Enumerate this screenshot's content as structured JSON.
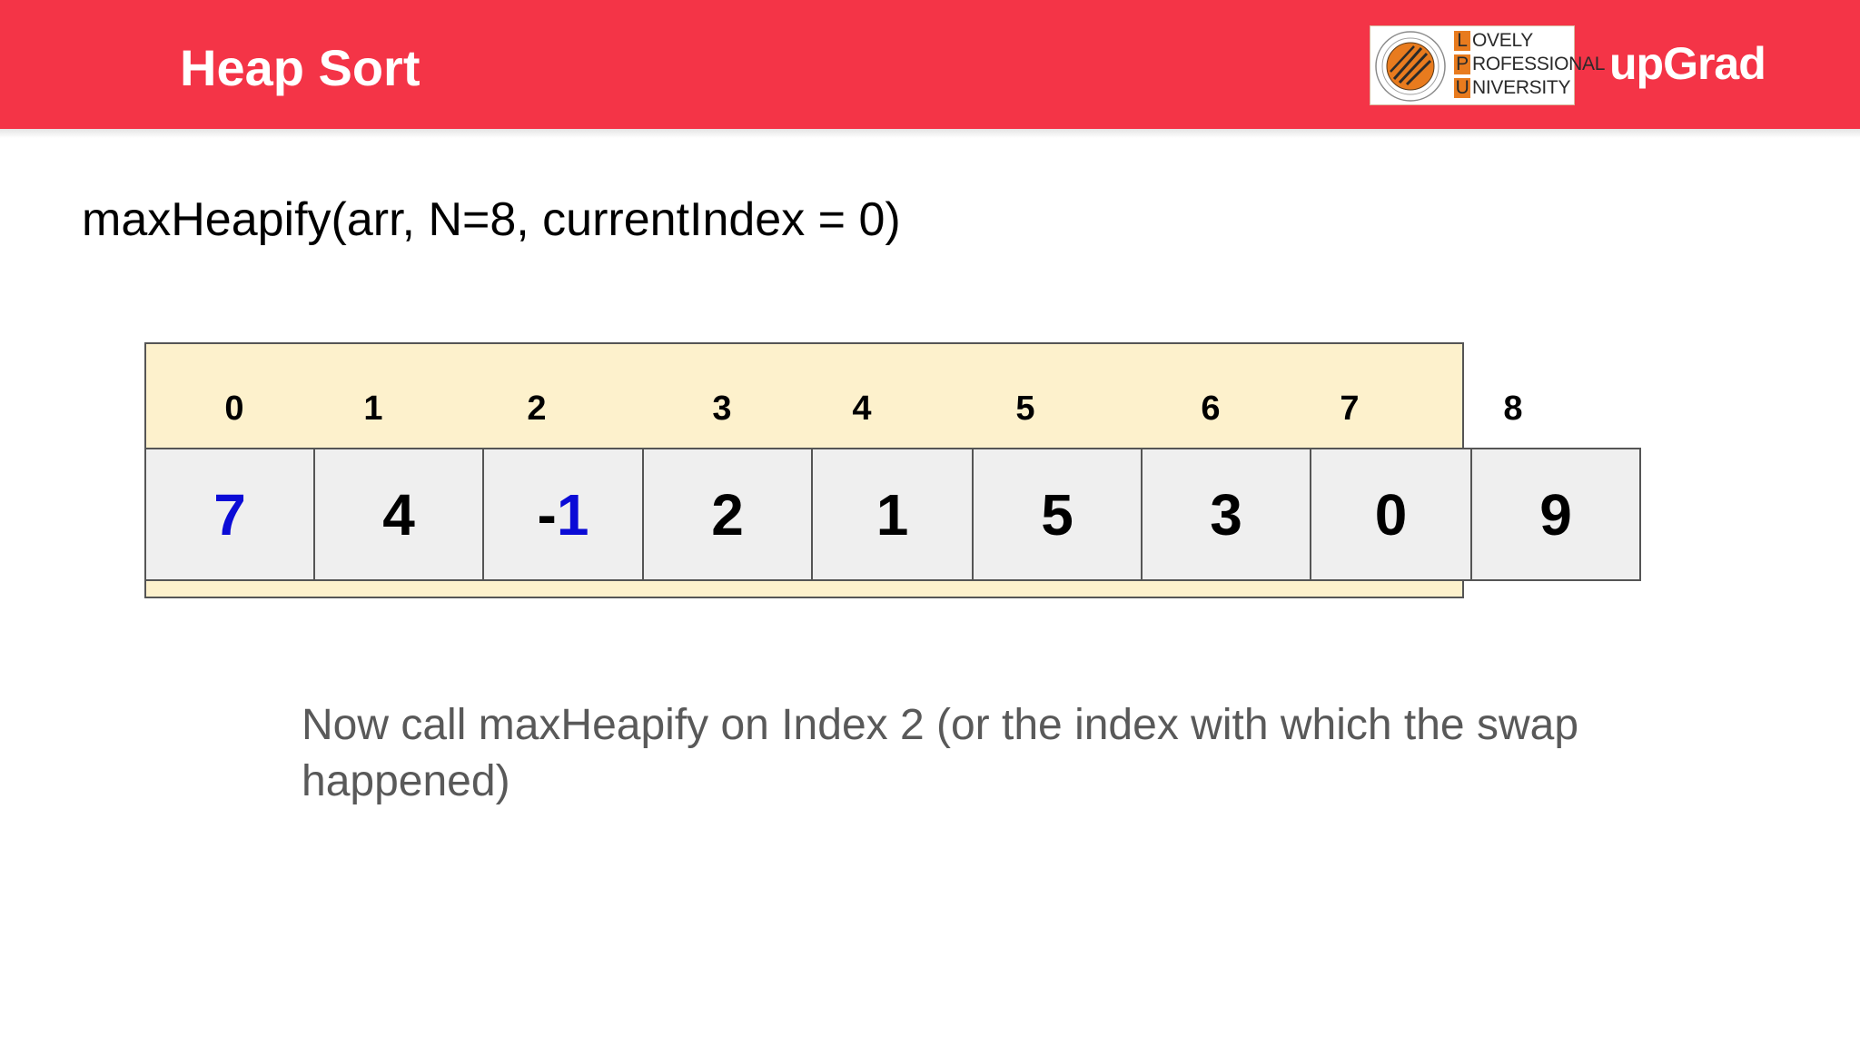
{
  "header": {
    "title": "Heap Sort",
    "lpu_logo": {
      "lines": [
        {
          "initial": "L",
          "rest": "OVELY"
        },
        {
          "initial": "P",
          "rest": "ROFESSIONAL"
        },
        {
          "initial": "U",
          "rest": "NIVERSITY"
        }
      ]
    },
    "brand": "upGrad"
  },
  "function_call": "maxHeapify(arr, N=8, currentIndex = 0)",
  "array": {
    "indices": [
      "0",
      "1",
      "2",
      "3",
      "4",
      "5",
      "6",
      "7",
      "8"
    ],
    "values": [
      "7",
      "4",
      "-1",
      "2",
      "1",
      "5",
      "3",
      "0",
      "9"
    ],
    "highlighted_range": [
      0,
      7
    ],
    "blue_value_indices": [
      0,
      2
    ]
  },
  "note": "Now call maxHeapify on Index 2 (or the index with which the swap happened)",
  "colors": {
    "header": "#f43447",
    "highlight": "#fdf1cc",
    "cell": "#efefef",
    "blue_text": "#0b0bd6",
    "note_text": "#595959"
  }
}
